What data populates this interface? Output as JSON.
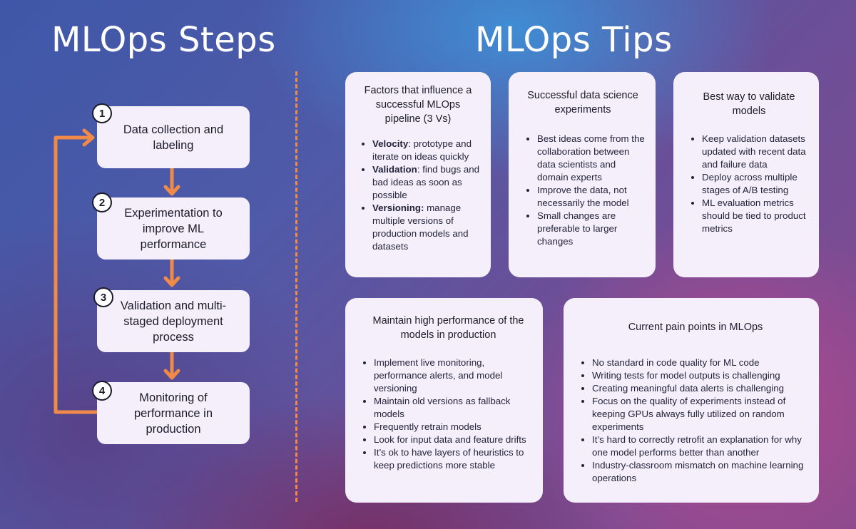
{
  "left_title": "MLOps Steps",
  "right_title": "MLOps Tips",
  "steps": [
    {
      "num": "1",
      "label": "Data collection and labeling"
    },
    {
      "num": "2",
      "label": "Experimentation to improve ML performance"
    },
    {
      "num": "3",
      "label": "Validation and multi-staged deployment process"
    },
    {
      "num": "4",
      "label": "Monitoring of performance in production"
    }
  ],
  "cards": {
    "factors": {
      "title": "Factors that influence a successful MLOps pipeline (3 Vs)",
      "items": [
        {
          "bold": "Velocity",
          "text": ": prototype and iterate on ideas quickly"
        },
        {
          "bold": "Validation",
          "text": ": find bugs and bad ideas as soon as possible"
        },
        {
          "bold": "Versioning:",
          "text": " manage multiple versions of production models and datasets"
        }
      ]
    },
    "experiments": {
      "title": "Successful data science experiments",
      "items": [
        "Best ideas come from the collaboration between data scientists and domain experts",
        "Improve the data, not necessarily the model",
        "Small changes are preferable to larger changes"
      ]
    },
    "validate": {
      "title": "Best way to validate models",
      "items": [
        "Keep validation datasets updated with recent data and failure data",
        "Deploy across multiple stages of A/B testing",
        "ML evaluation metrics should be tied to product metrics"
      ]
    },
    "performance": {
      "title": "Maintain high performance of the models in production",
      "items": [
        "Implement live monitoring, performance alerts, and model versioning",
        "Maintain old versions as fallback models",
        "Frequently retrain models",
        "Look for input data and feature drifts",
        "It’s ok to have layers of heuristics to keep predictions more stable"
      ]
    },
    "pain": {
      "title": "Current pain points in MLOps",
      "items": [
        "No standard in code quality for ML code",
        "Writing tests for model outputs is challenging",
        "Creating meaningful data alerts is challenging",
        "Focus on the quality of experiments instead of keeping GPUs always fully utilized on random experiments",
        "It’s hard to correctly retrofit an explanation for why one model performs better than another",
        "Industry-classroom mismatch on machine learning operations"
      ]
    }
  },
  "colors": {
    "accent": "#f08a48",
    "card_bg": "#f5effb",
    "text": "#1b1b2a"
  }
}
